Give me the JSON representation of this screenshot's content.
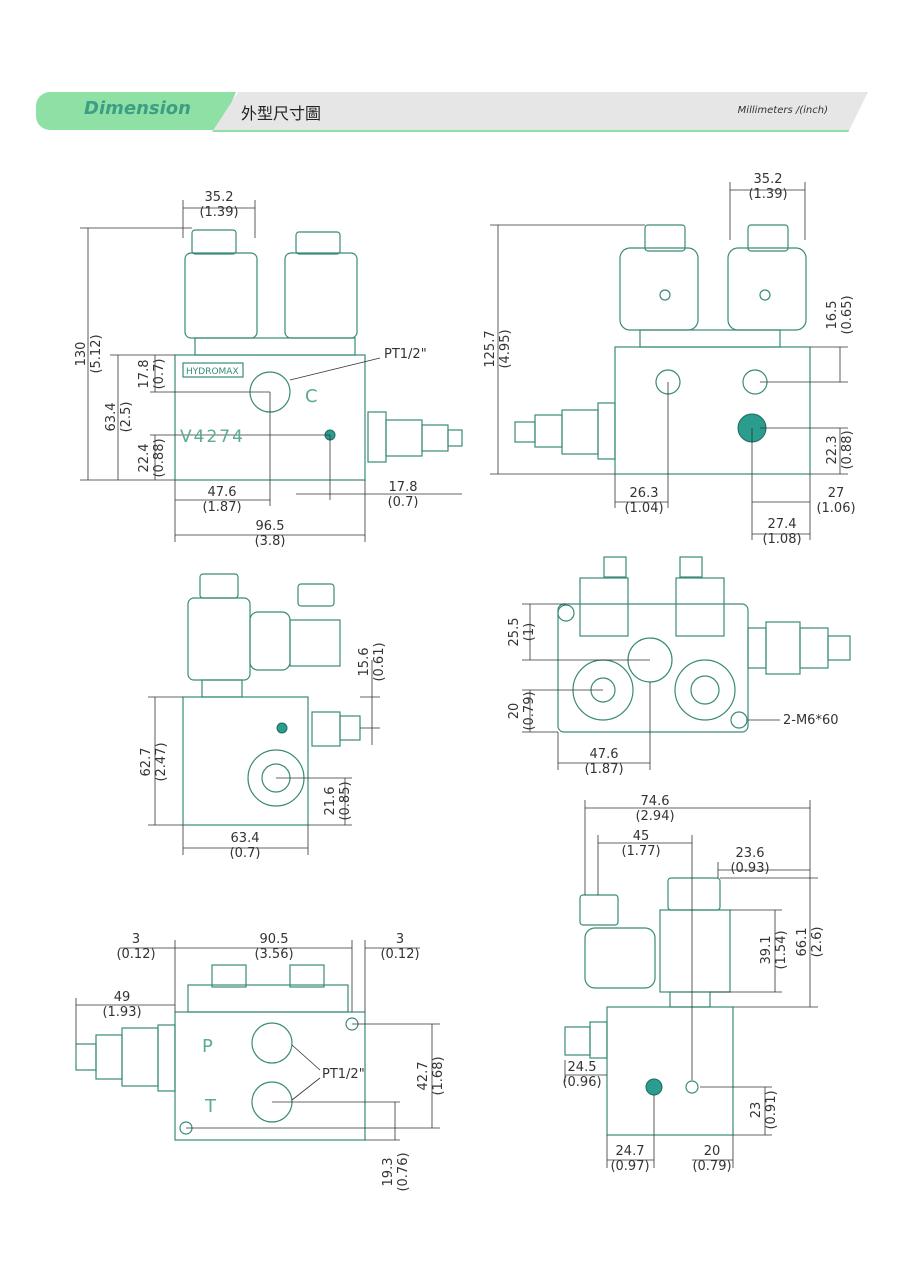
{
  "header": {
    "title_en": "Dimension",
    "title_zh": "外型尺寸圖",
    "units": "Millimeters /(inch)"
  },
  "labels": {
    "brand": "HYDROMAX",
    "model": "V4274",
    "letter_c": "C",
    "port_p": "P",
    "port_t": "T",
    "pt1": "PT1/2\"",
    "pt2": "PT1/2\"",
    "m6": "2-M6*60"
  },
  "dims": [
    {
      "id": "v1_w",
      "v": "35.2",
      "i": "(1.39)"
    },
    {
      "id": "v1_h",
      "v": "130",
      "i": "(5.12)"
    },
    {
      "id": "v1_17",
      "v": "17.8",
      "i": "(0.7)"
    },
    {
      "id": "v1_63",
      "v": "63.4",
      "i": "(2.5)"
    },
    {
      "id": "v1_22",
      "v": "22.4",
      "i": "(0.88)"
    },
    {
      "id": "v1_47",
      "v": "47.6",
      "i": "(1.87)"
    },
    {
      "id": "v1_178b",
      "v": "17.8",
      "i": "(0.7)"
    },
    {
      "id": "v1_96",
      "v": "96.5",
      "i": "(3.8)"
    },
    {
      "id": "v2_w",
      "v": "35.2",
      "i": "(1.39)"
    },
    {
      "id": "v2_h",
      "v": "125.7",
      "i": "(4.95)"
    },
    {
      "id": "v2_165",
      "v": "16.5",
      "i": "(0.65)"
    },
    {
      "id": "v2_223",
      "v": "22.3",
      "i": "(0.88)"
    },
    {
      "id": "v2_263",
      "v": "26.3",
      "i": "(1.04)"
    },
    {
      "id": "v2_27",
      "v": "27",
      "i": "(1.06)"
    },
    {
      "id": "v2_274",
      "v": "27.4",
      "i": "(1.08)"
    },
    {
      "id": "v3_156",
      "v": "15.6",
      "i": "(0.61)"
    },
    {
      "id": "v3_627",
      "v": "62.7",
      "i": "(2.47)"
    },
    {
      "id": "v3_216",
      "v": "21.6",
      "i": "(0.85)"
    },
    {
      "id": "v3_634",
      "v": "63.4",
      "i": "(0.7)"
    },
    {
      "id": "v4_255",
      "v": "25.5",
      "i": "(1)"
    },
    {
      "id": "v4_20",
      "v": "20",
      "i": "(0.79)"
    },
    {
      "id": "v4_476",
      "v": "47.6",
      "i": "(1.87)"
    },
    {
      "id": "v5_3a",
      "v": "3",
      "i": "(0.12)"
    },
    {
      "id": "v5_905",
      "v": "90.5",
      "i": "(3.56)"
    },
    {
      "id": "v5_3b",
      "v": "3",
      "i": "(0.12)"
    },
    {
      "id": "v5_49",
      "v": "49",
      "i": "(1.93)"
    },
    {
      "id": "v5_427",
      "v": "42.7",
      "i": "(1.68)"
    },
    {
      "id": "v5_193",
      "v": "19.3",
      "i": "(0.76)"
    },
    {
      "id": "v6_746",
      "v": "74.6",
      "i": "(2.94)"
    },
    {
      "id": "v6_45",
      "v": "45",
      "i": "(1.77)"
    },
    {
      "id": "v6_236",
      "v": "23.6",
      "i": "(0.93)"
    },
    {
      "id": "v6_391",
      "v": "39.1",
      "i": "(1.54)"
    },
    {
      "id": "v6_661",
      "v": "66.1",
      "i": "(2.6)"
    },
    {
      "id": "v6_245",
      "v": "24.5",
      "i": "(0.96)"
    },
    {
      "id": "v6_23",
      "v": "23",
      "i": "(0.91)"
    },
    {
      "id": "v6_247",
      "v": "24.7",
      "i": "(0.97)"
    },
    {
      "id": "v6_20",
      "v": "20",
      "i": "(0.79)"
    }
  ]
}
